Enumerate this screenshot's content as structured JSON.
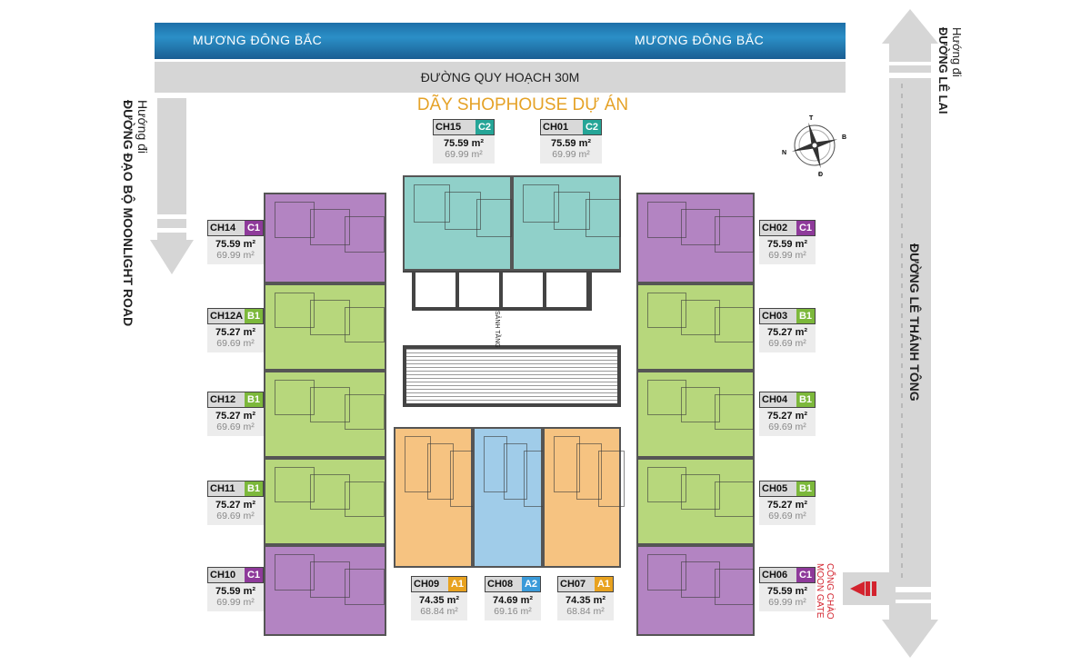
{
  "top": {
    "canal_left": "MƯƠNG ĐÔNG BẮC",
    "canal_right": "MƯƠNG ĐÔNG BẮC",
    "road": "ĐƯỜNG QUY HOẠCH 30M",
    "shophouse": "DÃY SHOPHOUSE DỰ ÁN"
  },
  "left_road": {
    "line1": "Hướng đi",
    "line2": "ĐƯỜNG ĐẠO BỘ MOONLIGHT ROAD"
  },
  "right_road": {
    "direction1": "Hướng đi",
    "direction2": "ĐƯỜNG LÊ LAI",
    "name": "ĐƯỜNG LÊ THÁNH TÔNG"
  },
  "gate": {
    "line1": "CỔNG CHÀO",
    "line2": "MOON GATE"
  },
  "compass": {
    "top": "T",
    "right": "B",
    "left": "N",
    "bottom": "Đ"
  },
  "core": {
    "lobby": "SẢNH TẦNG"
  },
  "colors": {
    "C1": "#8e3a9a",
    "B1": "#7cb83b",
    "C2": "#25a597",
    "A1": "#e8a21f",
    "A2": "#3a9ad9"
  },
  "units": [
    {
      "code": "CH15",
      "type": "C2",
      "area": "75.59 m²",
      "net": "69.99 m²"
    },
    {
      "code": "CH01",
      "type": "C2",
      "area": "75.59 m²",
      "net": "69.99 m²"
    },
    {
      "code": "CH14",
      "type": "C1",
      "area": "75.59 m²",
      "net": "69.99 m²"
    },
    {
      "code": "CH12A",
      "type": "B1",
      "area": "75.27 m²",
      "net": "69.69 m²"
    },
    {
      "code": "CH12",
      "type": "B1",
      "area": "75.27 m²",
      "net": "69.69 m²"
    },
    {
      "code": "CH11",
      "type": "B1",
      "area": "75.27 m²",
      "net": "69.69 m²"
    },
    {
      "code": "CH10",
      "type": "C1",
      "area": "75.59 m²",
      "net": "69.99 m²"
    },
    {
      "code": "CH02",
      "type": "C1",
      "area": "75.59 m²",
      "net": "69.99 m²"
    },
    {
      "code": "CH03",
      "type": "B1",
      "area": "75.27 m²",
      "net": "69.69 m²"
    },
    {
      "code": "CH04",
      "type": "B1",
      "area": "75.27 m²",
      "net": "69.69 m²"
    },
    {
      "code": "CH05",
      "type": "B1",
      "area": "75.27 m²",
      "net": "69.69 m²"
    },
    {
      "code": "CH06",
      "type": "C1",
      "area": "75.59 m²",
      "net": "69.99 m²"
    },
    {
      "code": "CH09",
      "type": "A1",
      "area": "74.35 m²",
      "net": "68.84 m²"
    },
    {
      "code": "CH08",
      "type": "A2",
      "area": "74.69 m²",
      "net": "69.16 m²"
    },
    {
      "code": "CH07",
      "type": "A1",
      "area": "74.35 m²",
      "net": "68.84 m²"
    }
  ]
}
